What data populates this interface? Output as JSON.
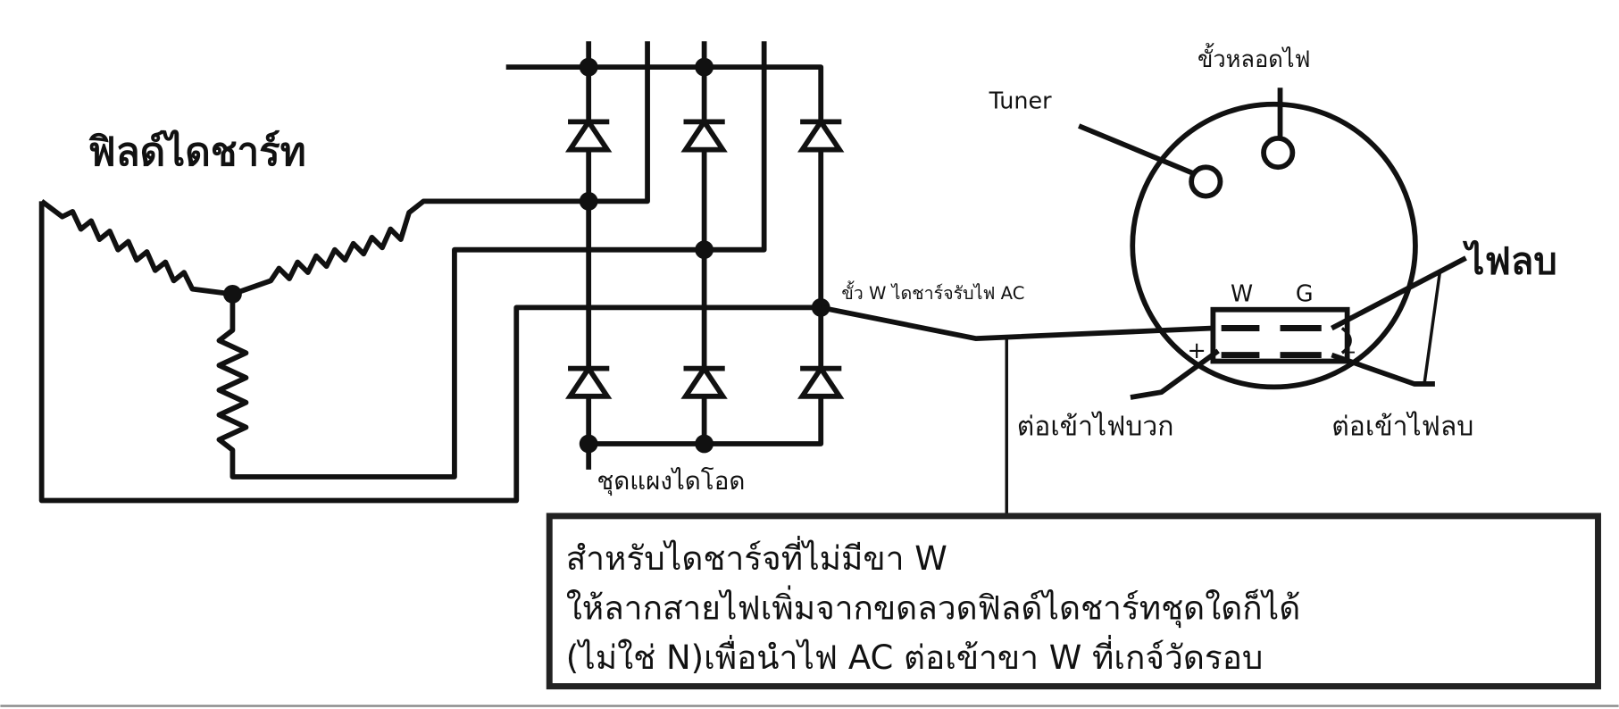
{
  "title": "ฟิลด์ไดชาร์ท",
  "diode_label": "ชุดแผงไดโอด",
  "w_terminal_label": "ขั้ว W ไดชาร์จรับไฟ AC",
  "gauge": {
    "tuner_label": "Tuner",
    "lamp_terminal_label": "ขั้วหลอดไฟ",
    "pin_w": "W",
    "pin_g": "G",
    "plus": "+",
    "minus": "-",
    "negative_label": "ไฟลบ",
    "to_positive_label": "ต่อเข้าไฟบวก",
    "to_negative_label": "ต่อเข้าไฟลบ"
  },
  "note": {
    "line1": "สำหรับไดชาร์จที่ไม่มีขา W",
    "line2": "ให้ลากสายไฟเพิ่มจากขดลวดฟิลด์ไดชาร์ทชุดใดก็ได้",
    "line3": "(ไม่ใช่ N)เพื่อนำไฟ AC ต่อเข้าขา W ที่เกจ์วัดรอบ"
  }
}
